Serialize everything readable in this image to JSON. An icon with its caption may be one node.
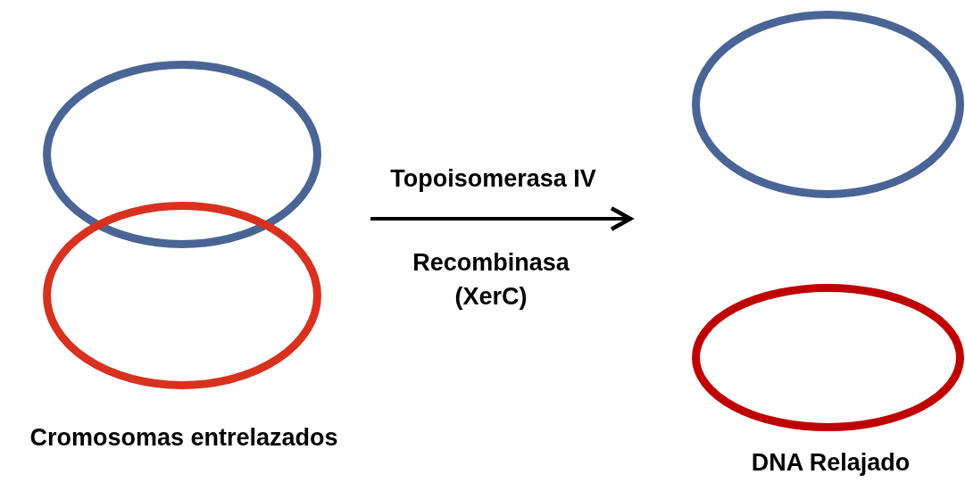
{
  "diagram": {
    "nodes": [
      {
        "text": [
          "Cromosomas entrelazados"
        ]
      },
      {
        "text": [],
        "shape": "circle",
        "in": 0
      },
      {
        "text": [],
        "shape": "circle",
        "in": 0
      },
      {
        "text": [
          "DNA Relajado"
        ]
      },
      {
        "text": [],
        "shape": "circle",
        "in": 3
      },
      {
        "text": [],
        "shape": "circle",
        "in": 3
      }
    ],
    "edges": [
      {
        "from": 0,
        "to": 3,
        "arrow": "to",
        "label": "Topoisomerasa IV"
      }
    ],
    "labels": [
      "Recombinasa (XerC)"
    ]
  }
}
